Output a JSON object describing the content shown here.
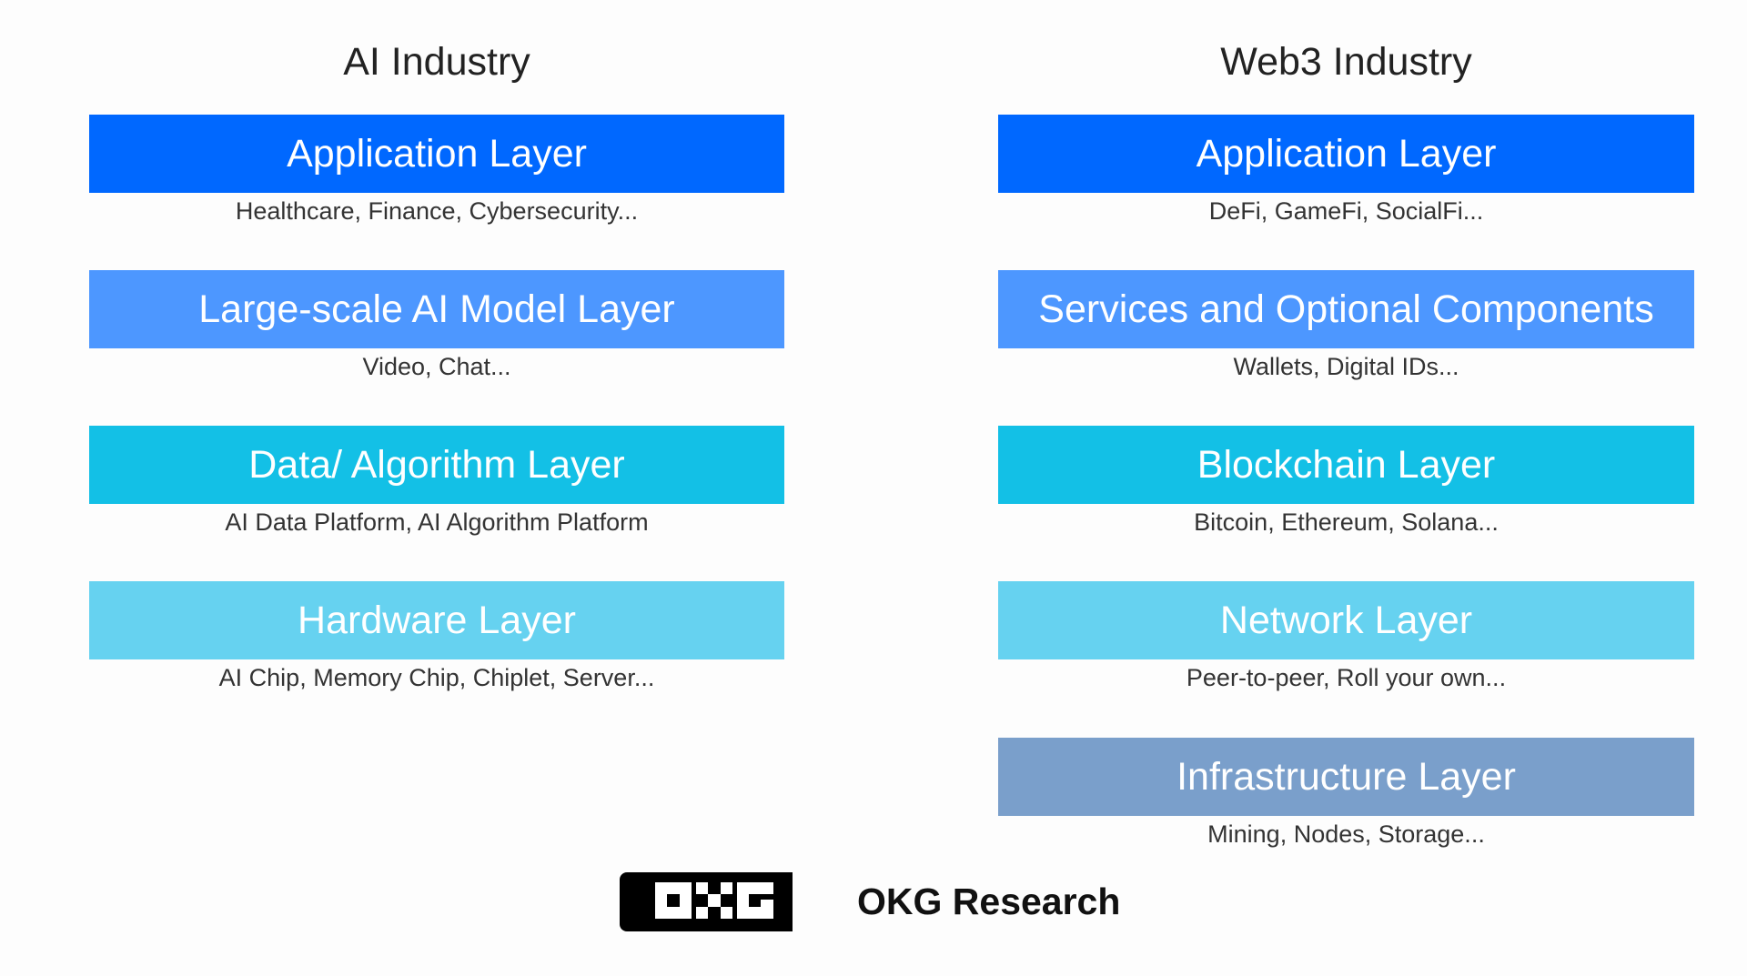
{
  "ai": {
    "title": "AI Industry",
    "layers": [
      {
        "label": "Application Layer",
        "sub": "Healthcare, Finance, Cybersecurity...",
        "color": "#0068ff"
      },
      {
        "label": "Large-scale AI Model Layer",
        "sub": "Video, Chat...",
        "color": "#4d97ff"
      },
      {
        "label": "Data/ Algorithm Layer",
        "sub": "AI Data Platform, AI Algorithm Platform",
        "color": "#13c0e6"
      },
      {
        "label": "Hardware Layer",
        "sub": "AI Chip, Memory Chip, Chiplet, Server...",
        "color": "#66d2f0"
      }
    ]
  },
  "web3": {
    "title": "Web3 Industry",
    "layers": [
      {
        "label": "Application Layer",
        "sub": "DeFi, GameFi, SocialFi...",
        "color": "#0068ff"
      },
      {
        "label": "Services and Optional Components",
        "sub": "Wallets, Digital IDs...",
        "color": "#4d97ff"
      },
      {
        "label": "Blockchain Layer",
        "sub": "Bitcoin, Ethereum, Solana...",
        "color": "#13c0e6"
      },
      {
        "label": "Network Layer",
        "sub": "Peer-to-peer,  Roll your own...",
        "color": "#66d2f0"
      },
      {
        "label": "Infrastructure Layer",
        "sub": "Mining, Nodes, Storage...",
        "color": "#7a9fcb"
      }
    ]
  },
  "footer": {
    "logo_text": "OKG",
    "brand": "OKG Research"
  }
}
